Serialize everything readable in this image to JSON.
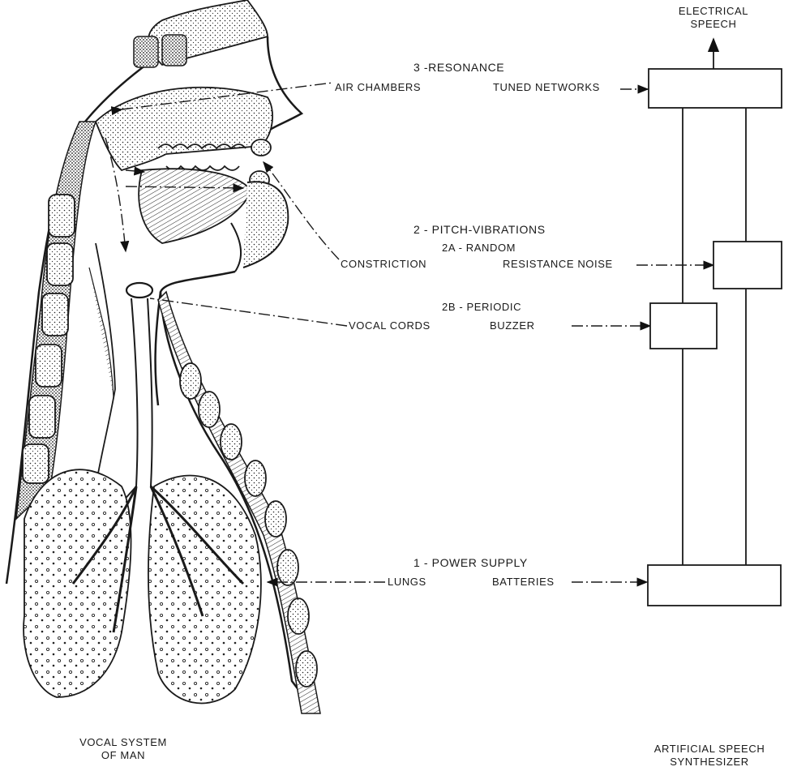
{
  "diagram": {
    "top_output": [
      "ELECTRICAL",
      "SPEECH"
    ],
    "resonance": {
      "heading": "3 -RESONANCE",
      "human": "AIR CHAMBERS",
      "machine": "TUNED NETWORKS"
    },
    "pitch": {
      "heading": "2 - PITCH-VIBRATIONS",
      "random": {
        "heading": "2A - RANDOM",
        "human": "CONSTRICTION",
        "machine": "RESISTANCE NOISE"
      },
      "periodic": {
        "heading": "2B - PERIODIC",
        "human": "VOCAL CORDS",
        "machine": "BUZZER"
      }
    },
    "power": {
      "heading": "1 - POWER SUPPLY",
      "human": "LUNGS",
      "machine": "BATTERIES"
    },
    "captions": {
      "left": [
        "VOCAL SYSTEM",
        "OF MAN"
      ],
      "right": [
        "ARTIFICIAL SPEECH",
        "SYNTHESIZER"
      ]
    }
  },
  "colors": {
    "ink": "#1a1a1a",
    "paper": "#ffffff",
    "stipple": "#cfcfcf"
  }
}
